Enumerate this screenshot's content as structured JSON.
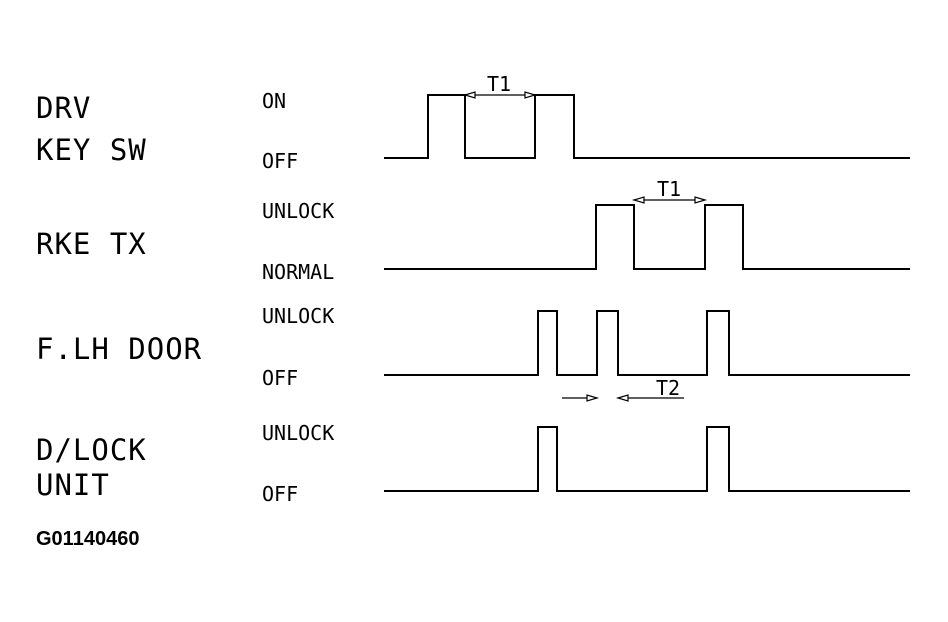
{
  "signals": [
    {
      "label_lines": [
        "DRV",
        "KEY SW"
      ],
      "high_state": "ON",
      "low_state": "OFF"
    },
    {
      "label_lines": [
        "RKE TX"
      ],
      "high_state": "UNLOCK",
      "low_state": "NORMAL"
    },
    {
      "label_lines": [
        "F.LH DOOR"
      ],
      "high_state": "UNLOCK",
      "low_state": "OFF"
    },
    {
      "label_lines": [
        "D/LOCK",
        "UNIT"
      ],
      "high_state": "UNLOCK",
      "low_state": "OFF"
    }
  ],
  "intervals": {
    "t1": "T1",
    "t2": "T2"
  },
  "figure_id": "G01140460"
}
